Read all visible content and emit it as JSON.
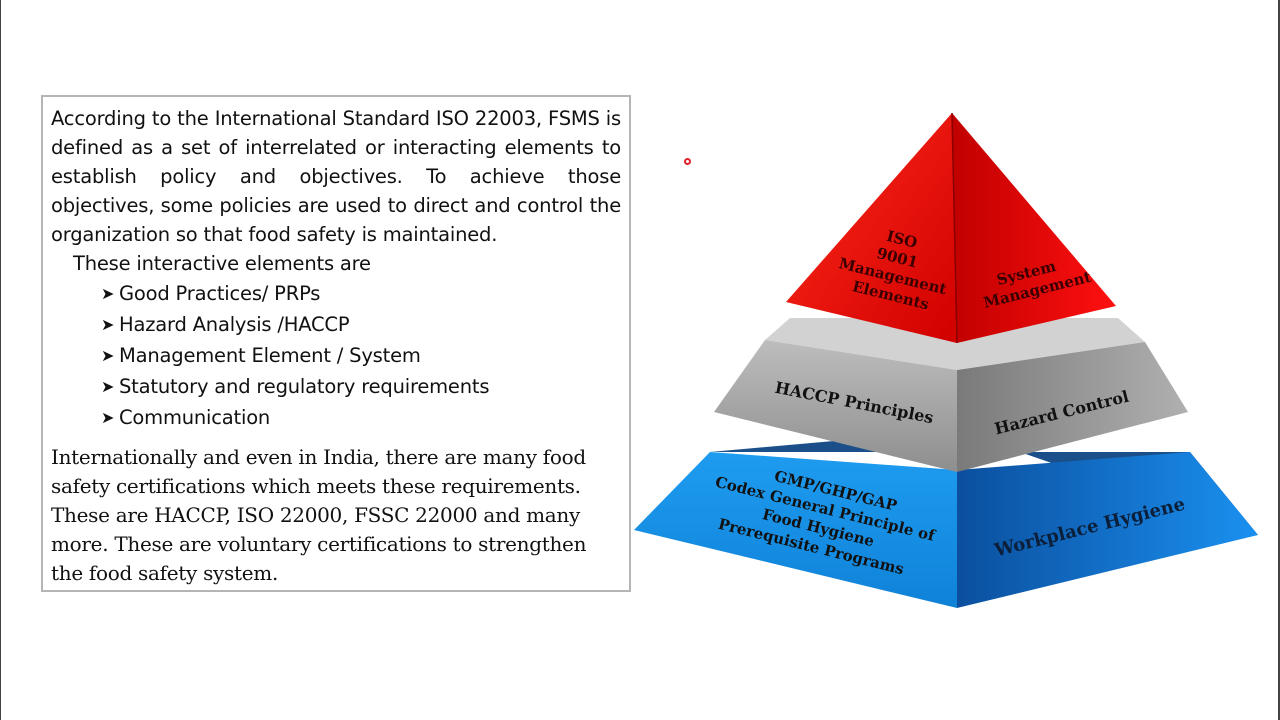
{
  "text_panel": {
    "paragraph_1": "According to the International Standard ISO 22003, FSMS is defined as a set of interrelated  or interacting elements to  establish policy and objectives. To achieve those objectives, some policies are used to direct and control the organization so that food safety is maintained.",
    "intro": "These interactive elements are",
    "elements": [
      "Good Practices/ PRPs",
      "Hazard Analysis /HACCP",
      "Management Element / System",
      "Statutory and regulatory requirements",
      "Communication"
    ],
    "paragraph_2": "Internationally and even in India, there are many food safety certifications which meets these requirements. These are HACCP, ISO 22000, FSSC 22000 and many more. These are voluntary certifications to strengthen the food safety system."
  },
  "pyramid": {
    "top": {
      "left_lines": [
        "ISO",
        "9001",
        "Management",
        "Elements"
      ],
      "right_lines": [
        "System",
        "Management"
      ],
      "color": "#e01010"
    },
    "middle": {
      "left_label": "HACCP Principles",
      "right_label": "Hazard Control",
      "color": "#9a9a9a"
    },
    "bottom": {
      "left_lines": [
        "GMP/GHP/GAP",
        "Codex General Principle of",
        "Food Hygiene",
        "Prerequisite Programs"
      ],
      "right_label": "Workplace Hygiene",
      "color": "#1a8ee0"
    }
  }
}
